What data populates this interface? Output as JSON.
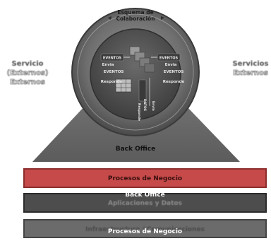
{
  "diagram": {
    "ring_title_line1": "Esquema de",
    "ring_title_line2": "Colaboración",
    "left": {
      "line1": "Servicio",
      "line2": "(Externos)",
      "line3": "Externos"
    },
    "right": {
      "line1": "Servicios",
      "line2": "Externos"
    },
    "inner": {
      "left_top": "EVENTOS",
      "left_envia": "Envia",
      "left_eventos": "EVENTOS",
      "left_responde": "Responde",
      "right_top": "EVENTOS",
      "right_envia": "Envia",
      "right_eventos": "EVENTOS",
      "right_responde": "Responde",
      "bottom_datos": "DATOS",
      "bottom_responde": "Responde",
      "bottom_envia": "Envia"
    },
    "trapezoid_label": "Back Office",
    "layers": [
      {
        "label": "Procesos de Negocio",
        "overlay": ""
      },
      {
        "label": "Aplicaciones y Datos",
        "overlay": "Back Office"
      },
      {
        "label": "Infraestructura / Comunicaciones",
        "overlay": "Procesos de Negocio"
      }
    ],
    "colors": {
      "ring_outer": "#5b5b5b",
      "ring_band": "#8a8a8a",
      "inner_disk": "#565656",
      "trapezoid": "#6e6e6e",
      "layer_red": "#c64a4a",
      "layer_dark": "#4d4d4d",
      "layer_mid": "#6b6b6b"
    }
  }
}
